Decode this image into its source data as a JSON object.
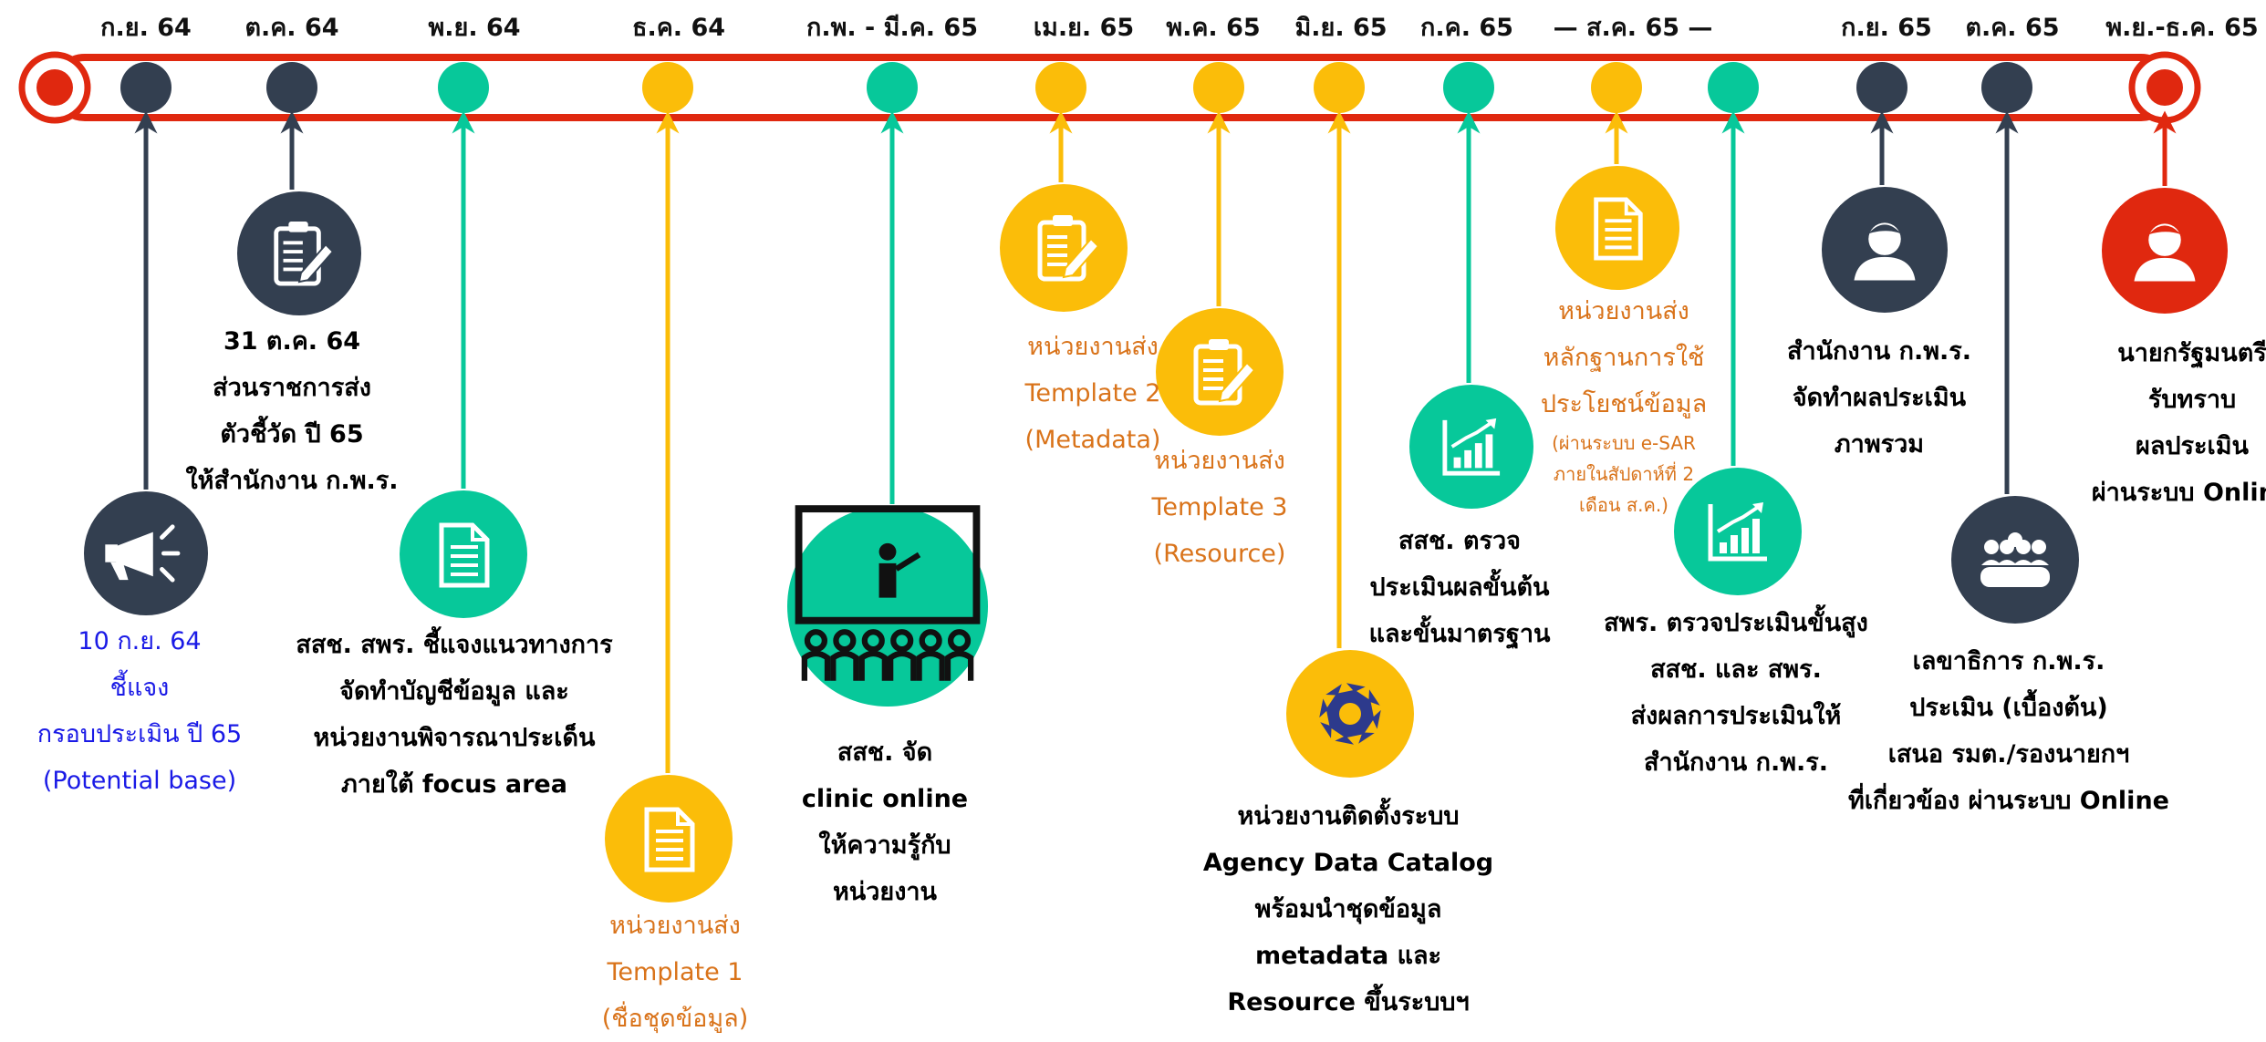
{
  "timeline": {
    "months": [
      {
        "id": "m1",
        "label": "ก.ย. 64"
      },
      {
        "id": "m2",
        "label": "ต.ค. 64"
      },
      {
        "id": "m3",
        "label": "พ.ย. 64"
      },
      {
        "id": "m4",
        "label": "ธ.ค. 64"
      },
      {
        "id": "m5",
        "label": "ก.พ. - มี.ค. 65"
      },
      {
        "id": "m6",
        "label": "เม.ย. 65"
      },
      {
        "id": "m7",
        "label": "พ.ค. 65"
      },
      {
        "id": "m8",
        "label": "มิ.ย. 65"
      },
      {
        "id": "m9",
        "label": "ก.ค. 65"
      },
      {
        "id": "m10",
        "label": "—  ส.ค. 65  —"
      },
      {
        "id": "m11",
        "label": "ก.ย. 65"
      },
      {
        "id": "m12",
        "label": "ต.ค. 65"
      },
      {
        "id": "m13",
        "label": "พ.ย.-ธ.ค. 65"
      }
    ],
    "colors": {
      "red": "#e0280f",
      "navy": "#333f50",
      "teal": "#07c89a",
      "yellow": "#fbbd09",
      "orange_text": "#d9731a",
      "blue_text": "#1a1ae6"
    },
    "events": [
      {
        "id": "e1",
        "color": "navy",
        "icon": "megaphone-icon",
        "text_color": "blue",
        "lines": [
          "10 ก.ย. 64",
          "ชี้แจง",
          "กรอบประเมิน ปี 65",
          "(Potential base)"
        ]
      },
      {
        "id": "e2",
        "color": "navy",
        "icon": "clipboard-edit-icon",
        "text_color": "black",
        "lines": [
          "31 ต.ค. 64",
          "ส่วนราชการส่ง",
          "ตัวชี้วัด ปี 65",
          "ให้สำนักงาน ก.พ.ร."
        ]
      },
      {
        "id": "e3",
        "color": "teal",
        "icon": "document-icon",
        "text_color": "black",
        "lines": [
          "สสช. สพร. ชี้แจงแนวทางการ",
          "จัดทำบัญชีข้อมูล และ",
          "หน่วยงานพิจารณาประเด็น",
          "ภายใต้ focus area"
        ]
      },
      {
        "id": "e4",
        "color": "yellow",
        "icon": "document-icon",
        "text_color": "orange",
        "lines": [
          "หน่วยงานส่ง",
          "Template 1",
          "(ชื่อชุดข้อมูล)"
        ]
      },
      {
        "id": "e5",
        "color": "teal",
        "icon": "classroom-presentation-icon",
        "text_color": "black",
        "lines": [
          "สสช. จัด",
          "clinic online",
          "ให้ความรู้กับ",
          "หน่วยงาน"
        ]
      },
      {
        "id": "e6",
        "color": "yellow",
        "icon": "clipboard-edit-icon",
        "text_color": "orange",
        "lines": [
          "หน่วยงานส่ง",
          "Template 2",
          "(Metadata)"
        ]
      },
      {
        "id": "e7",
        "color": "yellow",
        "icon": "clipboard-edit-icon",
        "text_color": "orange",
        "lines": [
          "หน่วยงานส่ง",
          "Template 3",
          "(Resource)"
        ]
      },
      {
        "id": "e8",
        "color": "yellow",
        "icon": "gear-icon",
        "text_color": "black",
        "lines": [
          "หน่วยงานติดตั้งระบบ",
          "Agency Data Catalog",
          "พร้อมนำชุดข้อมูล",
          "metadata และ",
          "Resource ขึ้นระบบฯ"
        ]
      },
      {
        "id": "e9",
        "color": "teal",
        "icon": "growth-chart-icon",
        "text_color": "black",
        "lines": [
          "สสช. ตรวจ",
          "ประเมินผลขั้นต้น",
          "และขั้นมาตรฐาน"
        ]
      },
      {
        "id": "e10",
        "color": "yellow",
        "icon": "document-icon",
        "text_color": "orange",
        "lines": [
          "หน่วยงานส่ง",
          "หลักฐานการใช้",
          "ประโยชน์ข้อมูล"
        ],
        "small_lines": [
          "(ผ่านระบบ e-SAR",
          "ภายในสัปดาห์ที่ 2",
          "เดือน ส.ค.)"
        ]
      },
      {
        "id": "e11",
        "color": "teal",
        "icon": "growth-chart-icon",
        "text_color": "black",
        "lines": [
          "สพร. ตรวจประเมินขั้นสูง",
          "สสช. และ สพร.",
          "ส่งผลการประเมินให้",
          "สำนักงาน ก.พ.ร."
        ]
      },
      {
        "id": "e12",
        "color": "navy",
        "icon": "person-icon",
        "text_color": "black",
        "lines": [
          "สำนักงาน ก.พ.ร.",
          "จัดทำผลประเมิน",
          "ภาพรวม"
        ]
      },
      {
        "id": "e13",
        "color": "navy",
        "icon": "group-meeting-icon",
        "text_color": "black",
        "lines": [
          "เลขาธิการ ก.พ.ร.",
          "ประเมิน (เบื้องต้น)",
          "เสนอ รมต./รองนายกฯ",
          "ที่เกี่ยวข้อง ผ่านระบบ Online"
        ]
      },
      {
        "id": "e14",
        "color": "red",
        "icon": "person-icon",
        "text_color": "black",
        "lines": [
          "นายกรัฐมนตรี",
          "รับทราบ",
          "ผลประเมิน",
          "ผ่านระบบ Online"
        ]
      }
    ]
  }
}
